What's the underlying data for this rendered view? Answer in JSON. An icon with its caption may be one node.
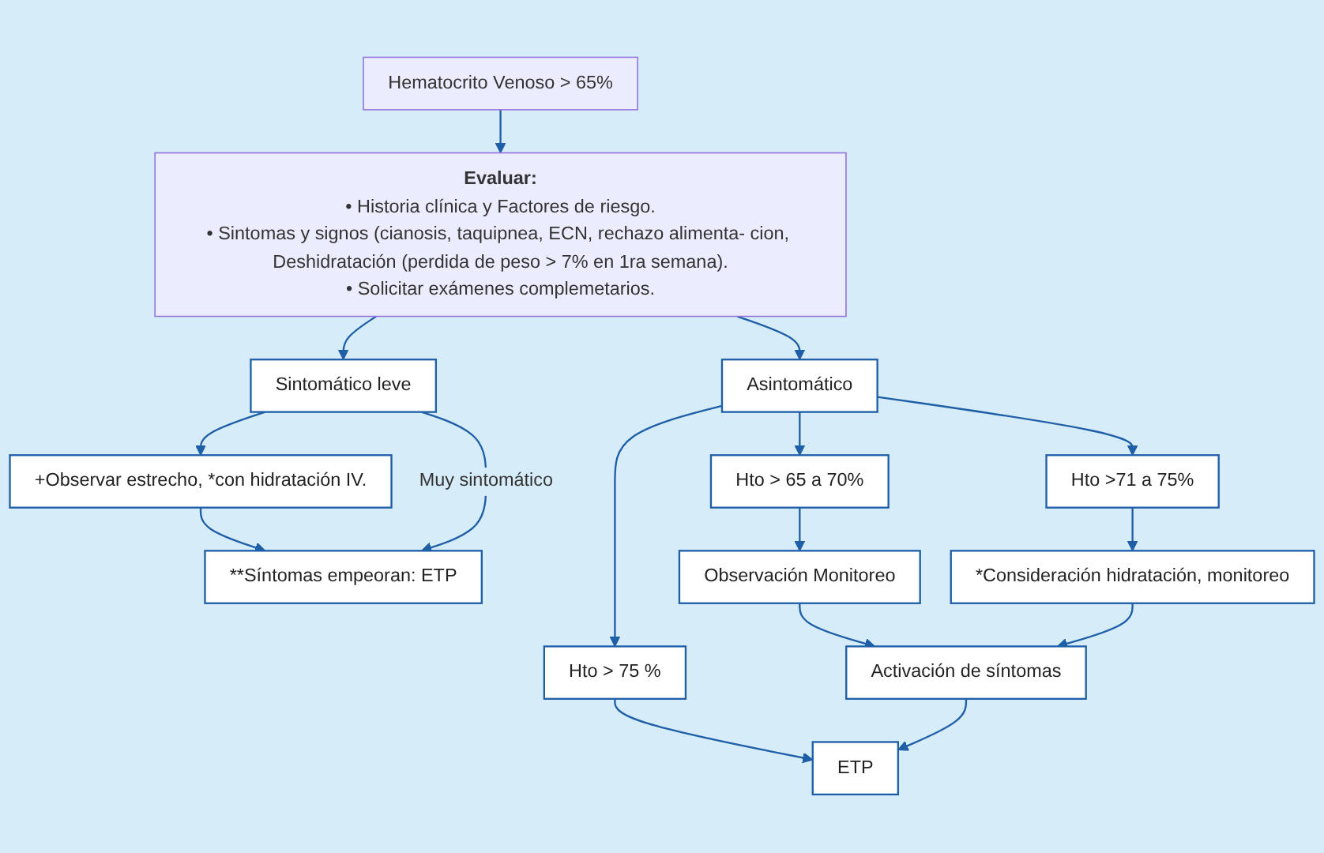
{
  "diagram": {
    "nodes": [
      {
        "text": [
          "Hematocrito Venoso > 65%"
        ]
      },
      {
        "text": [
          "Evaluar:",
          "• Historia clínica y Factores de riesgo.",
          "• Sintomas y signos (cianosis, taquipnea, ECN, rechazo alimenta- cion, Deshidratación (perdida de peso > 7% en 1ra semana).",
          "• Solicitar exámenes complemetarios."
        ]
      },
      {
        "text": [
          "Sintomático leve"
        ]
      },
      {
        "text": [
          "Asintomático"
        ]
      },
      {
        "text": [
          "+Observar estrecho, *con hidratación IV."
        ]
      },
      {
        "text": [
          "**Síntomas empeoran: ETP"
        ]
      },
      {
        "text": [
          "Hto > 65 a 70%"
        ]
      },
      {
        "text": [
          "Hto >71 a 75%"
        ]
      },
      {
        "text": [
          "Hto > 75 %"
        ]
      },
      {
        "text": [
          "Observación Monitoreo"
        ]
      },
      {
        "text": [
          "*Consideración hidratación, monitoreo"
        ]
      },
      {
        "text": [
          "ETP"
        ]
      },
      {
        "text": [
          "Activación de síntomas"
        ]
      }
    ],
    "edges": [
      {
        "from": 0,
        "to": 1,
        "arrow": "to"
      },
      {
        "from": 1,
        "to": 2,
        "arrow": "to"
      },
      {
        "from": 1,
        "to": 3,
        "arrow": "to"
      },
      {
        "from": 2,
        "to": 4,
        "arrow": "to"
      },
      {
        "from": 4,
        "to": 5,
        "arrow": "to"
      },
      {
        "from": 2,
        "to": 5,
        "arrow": "to",
        "label": "Muy sintomático"
      },
      {
        "from": 3,
        "to": 6,
        "arrow": "to"
      },
      {
        "from": 3,
        "to": 7,
        "arrow": "to"
      },
      {
        "from": 3,
        "to": 8,
        "arrow": "to"
      },
      {
        "from": 6,
        "to": 9,
        "arrow": "to"
      },
      {
        "from": 7,
        "to": 10,
        "arrow": "to"
      },
      {
        "from": 8,
        "to": 11,
        "arrow": "to"
      },
      {
        "from": 9,
        "to": 12,
        "arrow": "to"
      },
      {
        "from": 10,
        "to": 12,
        "arrow": "to"
      },
      {
        "from": 12,
        "to": 11,
        "arrow": "to"
      }
    ]
  }
}
